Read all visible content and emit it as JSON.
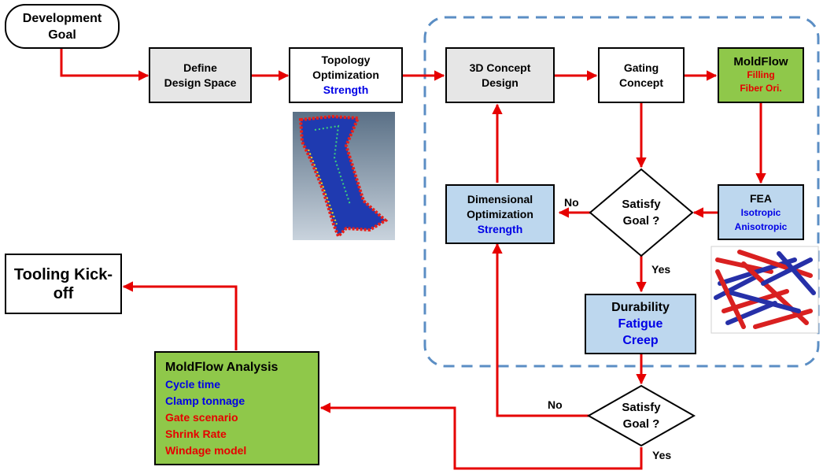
{
  "nodes": {
    "development_goal": [
      "Development",
      "Goal"
    ],
    "define_design_space": [
      "Define",
      "Design Space"
    ],
    "topology_optimization": [
      "Topology",
      "Optimization"
    ],
    "topology_strength": "Strength",
    "concept_design": [
      "3D Concept",
      "Design"
    ],
    "gating_concept": [
      "Gating",
      "Concept"
    ],
    "moldflow": "MoldFlow",
    "moldflow_items": [
      "Filling",
      "Fiber Ori."
    ],
    "fea": "FEA",
    "fea_items": [
      "Isotropic",
      "Anisotropic"
    ],
    "satisfy_goal_1": [
      "Satisfy",
      "Goal ?"
    ],
    "dimensional_optimization": [
      "Dimensional",
      "Optimization"
    ],
    "dimensional_strength": "Strength",
    "durability": "Durability",
    "durability_items": [
      "Fatigue",
      "Creep"
    ],
    "satisfy_goal_2": [
      "Satisfy",
      "Goal ?"
    ],
    "tooling_kickoff": [
      "Tooling Kick-",
      "off"
    ],
    "moldflow_analysis": "MoldFlow Analysis",
    "moldflow_analysis_items": [
      "Cycle time",
      "Clamp tonnage",
      "Gate scenario",
      "Shrink Rate",
      "Windage model"
    ]
  },
  "edge_labels": {
    "no_1": "No",
    "yes_1": "Yes",
    "no_2": "No",
    "yes_2": "Yes"
  },
  "colors": {
    "arrow": "#e60000",
    "dashed_border": "#5b8ec4",
    "gray_box": "#e6e6e6",
    "blue_box": "#bdd7ee",
    "green_box": "#8fc84a",
    "blue_text": "#0000e6",
    "red_text": "#e60000"
  },
  "images": {
    "topology_part": "topology-optimization-render",
    "fiber_cloud": "fiber-orientation-render"
  }
}
